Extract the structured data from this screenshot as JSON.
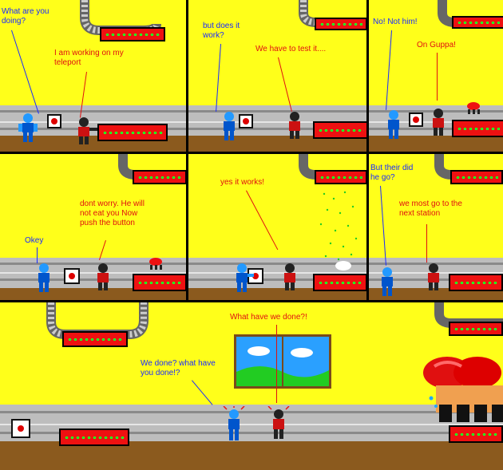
{
  "panel1": {
    "narrator": "What are you doing?",
    "speaker": "I am working on my teleport"
  },
  "panel2": {
    "narrator": "but does it work?",
    "speaker": "We have to test it...."
  },
  "panel3": {
    "narrator": "No! Not him!",
    "speaker": "On Guppa!"
  },
  "panel4": {
    "narrator": "Okey",
    "speaker": "dont worry. He will not eat you Now push the button"
  },
  "panel5": {
    "speaker": "yes it works!"
  },
  "panel6": {
    "narrator": "But their did he go?",
    "speaker": "we most go to the next station"
  },
  "panel7": {
    "speaker_top": "What have we done?!",
    "narrator": "We done? what have you done!?"
  },
  "colors": {
    "background": "#ffff1a",
    "blue_text": "#1a2aff",
    "red_text": "#e01010",
    "floor": "#bdbdbd",
    "ground": "#8b5a1e"
  }
}
